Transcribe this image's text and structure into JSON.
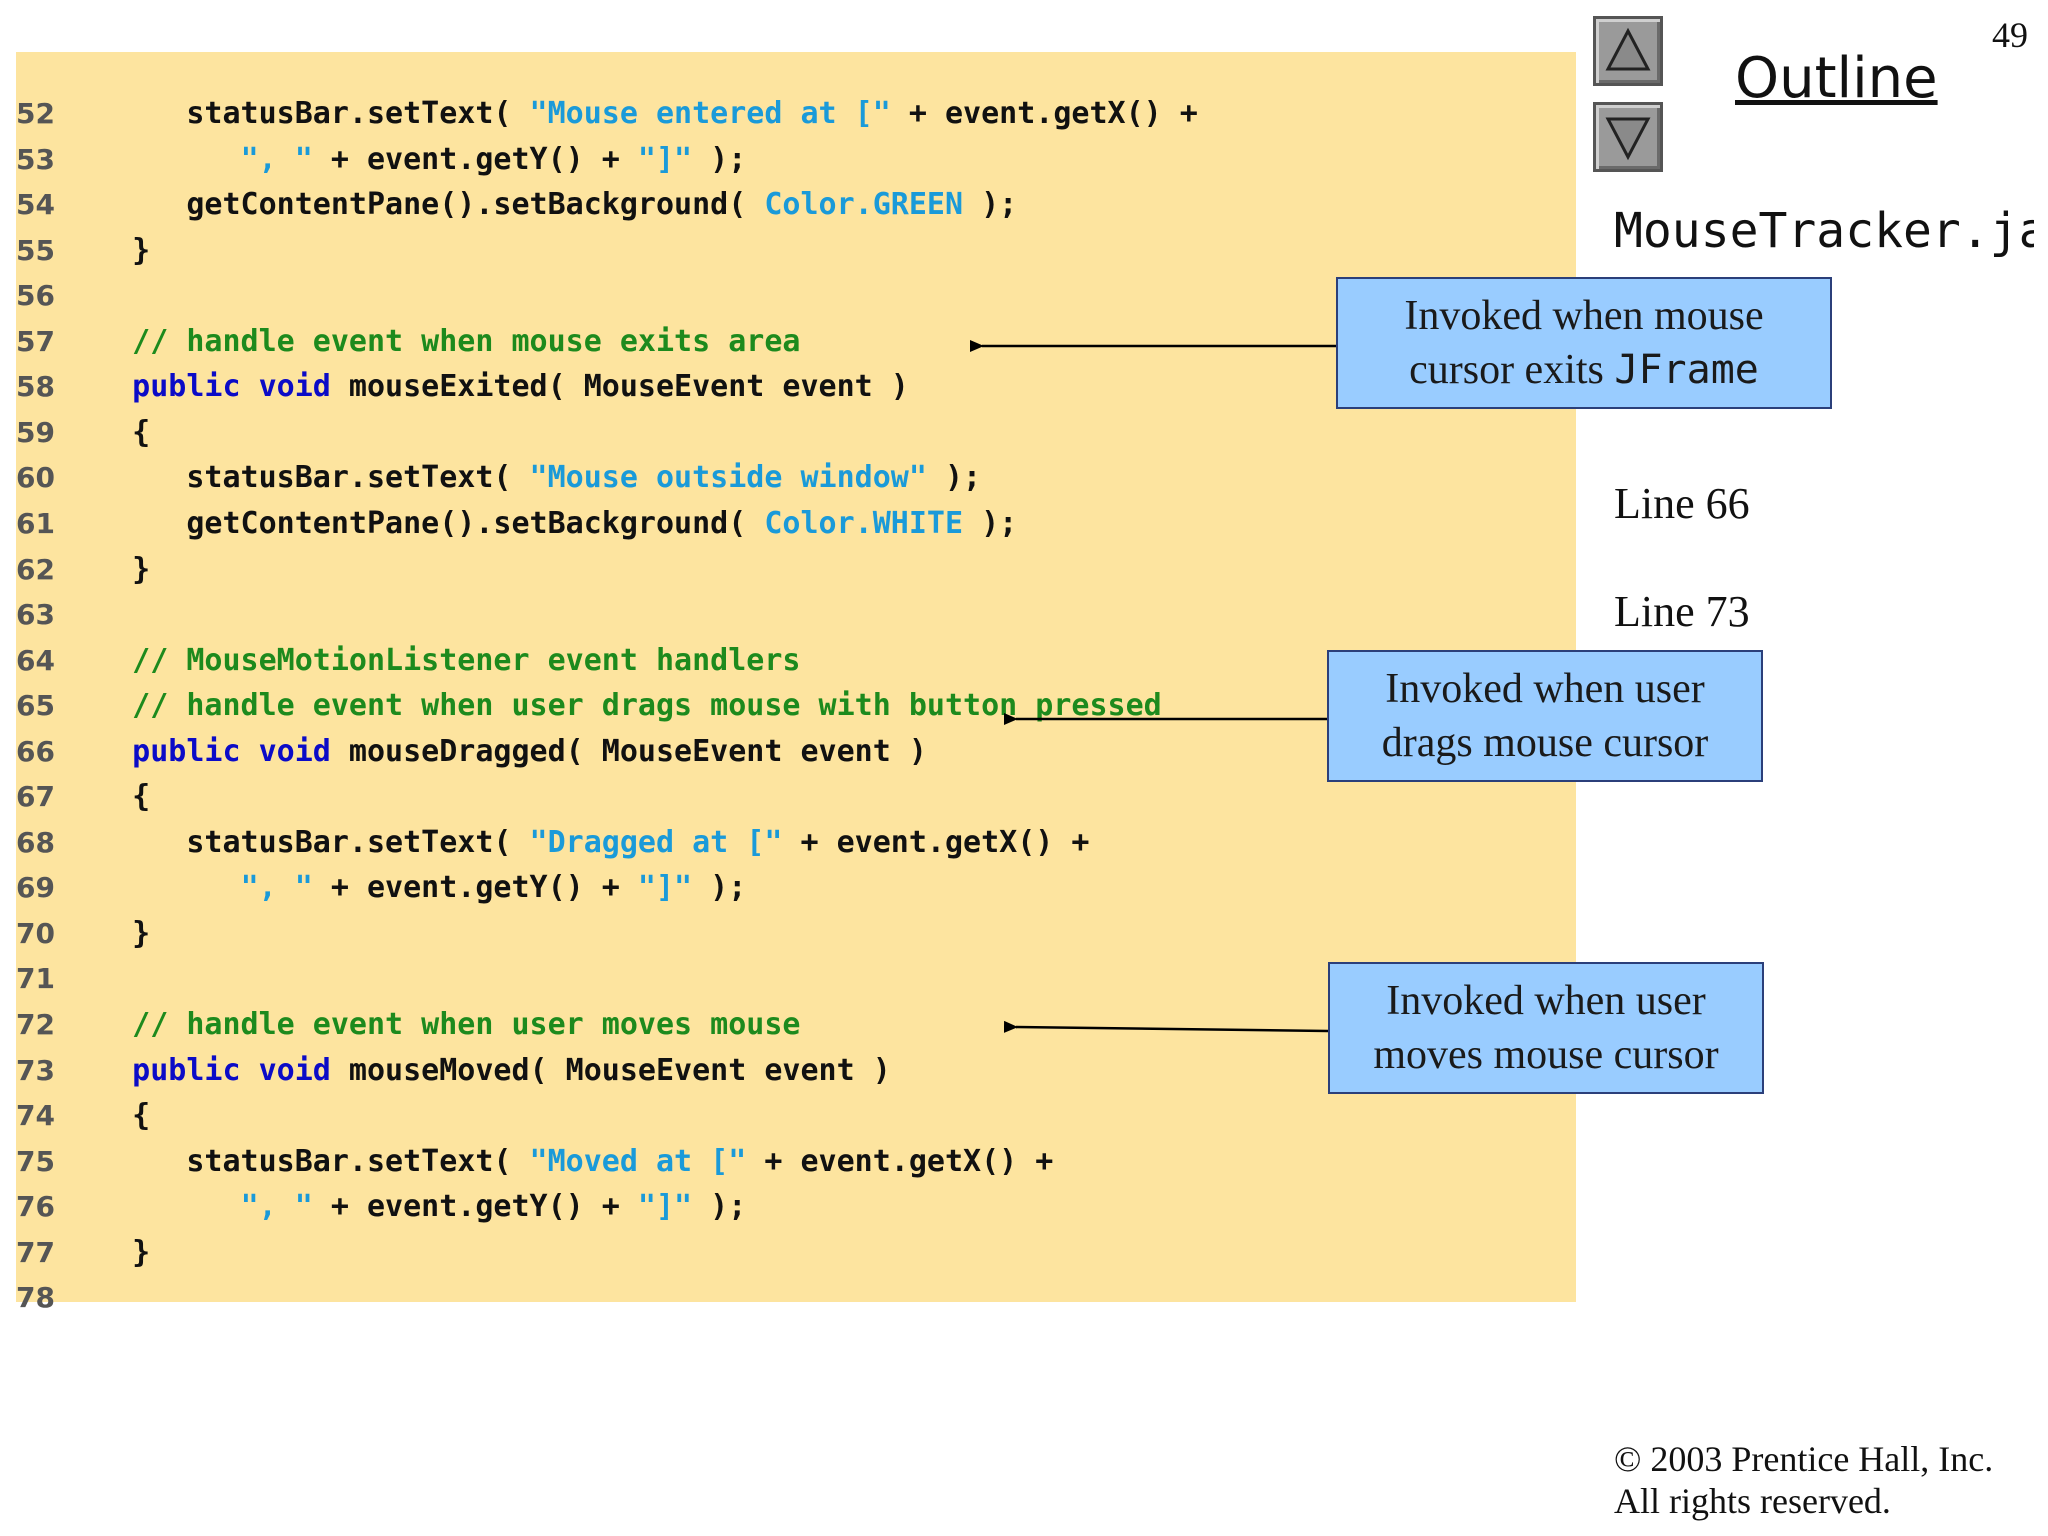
{
  "slide": {
    "page_number": "49",
    "outline_title": "Outline",
    "file_name": "MouseTracker.java",
    "outline_notes": [
      "Line 66",
      "Line 73"
    ],
    "copyright_line1": "© 2003 Prentice Hall, Inc.",
    "copyright_line2": "All rights reserved.",
    "nav": {
      "up_icon": "triangle-up-icon",
      "down_icon": "triangle-down-icon"
    }
  },
  "colors": {
    "code_background": "#fde49f",
    "keyword": "#0b0bc7",
    "string": "#1a9ad9",
    "comment": "#1d8a1d",
    "callout_fill": "#99ccff"
  },
  "code_lines": [
    {
      "no": "52",
      "tokens": [
        [
          "pl",
          "      statusBar.setText( "
        ],
        [
          "str",
          "\"Mouse entered at [\""
        ],
        [
          "pl",
          " + event.getX() +"
        ]
      ]
    },
    {
      "no": "53",
      "tokens": [
        [
          "pl",
          "         "
        ],
        [
          "str",
          "\", \""
        ],
        [
          "pl",
          " + event.getY() + "
        ],
        [
          "str",
          "\"]\""
        ],
        [
          "pl",
          " );"
        ]
      ]
    },
    {
      "no": "54",
      "tokens": [
        [
          "pl",
          "      getContentPane().setBackground( "
        ],
        [
          "cn",
          "Color.GREEN"
        ],
        [
          "pl",
          " );"
        ]
      ]
    },
    {
      "no": "55",
      "tokens": [
        [
          "pl",
          "   }"
        ]
      ]
    },
    {
      "no": "56",
      "tokens": []
    },
    {
      "no": "57",
      "tokens": [
        [
          "cm",
          "   // handle event when mouse exits area"
        ]
      ]
    },
    {
      "no": "58",
      "tokens": [
        [
          "kw",
          "   public void"
        ],
        [
          "pl",
          " mouseExited( MouseEvent event )"
        ]
      ]
    },
    {
      "no": "59",
      "tokens": [
        [
          "pl",
          "   {"
        ]
      ]
    },
    {
      "no": "60",
      "tokens": [
        [
          "pl",
          "      statusBar.setText( "
        ],
        [
          "str",
          "\"Mouse outside window\""
        ],
        [
          "pl",
          " );"
        ]
      ]
    },
    {
      "no": "61",
      "tokens": [
        [
          "pl",
          "      getContentPane().setBackground( "
        ],
        [
          "cn",
          "Color.WHITE"
        ],
        [
          "pl",
          " );"
        ]
      ]
    },
    {
      "no": "62",
      "tokens": [
        [
          "pl",
          "   }"
        ]
      ]
    },
    {
      "no": "63",
      "tokens": []
    },
    {
      "no": "64",
      "tokens": [
        [
          "cm",
          "   // MouseMotionListener event handlers"
        ]
      ]
    },
    {
      "no": "65",
      "tokens": [
        [
          "cm",
          "   // handle event when user drags mouse with button pressed"
        ]
      ]
    },
    {
      "no": "66",
      "tokens": [
        [
          "kw",
          "   public void"
        ],
        [
          "pl",
          " mouseDragged( MouseEvent event )"
        ]
      ]
    },
    {
      "no": "67",
      "tokens": [
        [
          "pl",
          "   {"
        ]
      ]
    },
    {
      "no": "68",
      "tokens": [
        [
          "pl",
          "      statusBar.setText( "
        ],
        [
          "str",
          "\"Dragged at [\""
        ],
        [
          "pl",
          " + event.getX() +"
        ]
      ]
    },
    {
      "no": "69",
      "tokens": [
        [
          "pl",
          "         "
        ],
        [
          "str",
          "\", \""
        ],
        [
          "pl",
          " + event.getY() + "
        ],
        [
          "str",
          "\"]\""
        ],
        [
          "pl",
          " );"
        ]
      ]
    },
    {
      "no": "70",
      "tokens": [
        [
          "pl",
          "   }"
        ]
      ]
    },
    {
      "no": "71",
      "tokens": []
    },
    {
      "no": "72",
      "tokens": [
        [
          "cm",
          "   // handle event when user moves mouse"
        ]
      ]
    },
    {
      "no": "73",
      "tokens": [
        [
          "kw",
          "   public void"
        ],
        [
          "pl",
          " mouseMoved( MouseEvent event )"
        ]
      ]
    },
    {
      "no": "74",
      "tokens": [
        [
          "pl",
          "   {"
        ]
      ]
    },
    {
      "no": "75",
      "tokens": [
        [
          "pl",
          "      statusBar.setText( "
        ],
        [
          "str",
          "\"Moved at [\""
        ],
        [
          "pl",
          " + event.getX() +"
        ]
      ]
    },
    {
      "no": "76",
      "tokens": [
        [
          "pl",
          "         "
        ],
        [
          "str",
          "\", \""
        ],
        [
          "pl",
          " + event.getY() + "
        ],
        [
          "str",
          "\"]\""
        ],
        [
          "pl",
          " );"
        ]
      ]
    },
    {
      "no": "77",
      "tokens": [
        [
          "pl",
          "   }"
        ]
      ]
    },
    {
      "no": "78",
      "tokens": []
    }
  ],
  "callouts": {
    "exit": {
      "line1": "Invoked when mouse",
      "line2_text": "cursor exits ",
      "line2_code": "JFrame"
    },
    "drag": {
      "line1": "Invoked when user",
      "line2": "drags mouse cursor"
    },
    "move": {
      "line1": "Invoked when user",
      "line2": "moves mouse cursor"
    }
  }
}
